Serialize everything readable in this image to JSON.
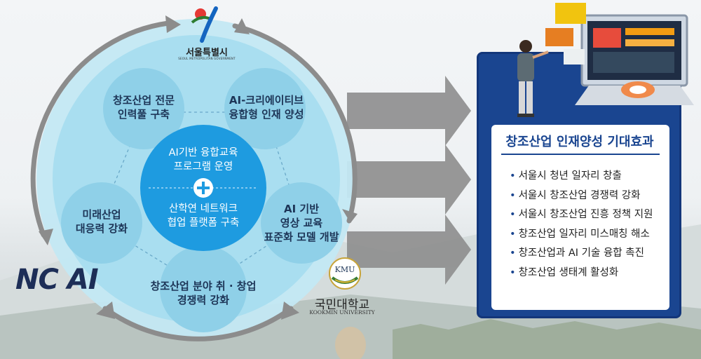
{
  "logos": {
    "seoul": {
      "name": "서울특별시",
      "sub": "SEOUL METROPOLITAN GOVERNMENT"
    },
    "ncai": {
      "name": "NC AI"
    },
    "kookmin": {
      "badge": "KMU",
      "name": "국민대학교",
      "sub": "KOOKMIN UNIVERSITY"
    }
  },
  "diagram": {
    "center": {
      "top": "AI기반 융합교육\n프로그램 운영",
      "bottom": "산학연 네트워크\n협업 플랫폼 구축",
      "plus_icon": "plus-icon"
    },
    "nodes": [
      {
        "id": "top-left",
        "label": "창조산업 전문\n인력풀 구축"
      },
      {
        "id": "top-right",
        "label": "AI-크리에이티브\n융합형 인재 양성"
      },
      {
        "id": "right",
        "label": "AI 기반\n영상 교육\n표준화 모델 개발"
      },
      {
        "id": "bottom",
        "label": "창조산업 분야 취 · 창업\n경쟁력 강화"
      },
      {
        "id": "left",
        "label": "미래산업\n대응력 강화"
      }
    ]
  },
  "panel": {
    "title": "창조산업 인재양성 기대효과",
    "items": [
      "서울시 청년 일자리 창출",
      "서울시 창조산업 경쟁력 강화",
      "서울시 창조산업 진흥 정책 지원",
      "창조산업 일자리 미스매칭 해소",
      "창조산업과 AI 기술 융합 촉진",
      "창조산업 생태계 활성화"
    ]
  },
  "colors": {
    "panel_blue": "#1a4590",
    "center_blue": "#1e9be0",
    "outer_ring": "#aee0ef",
    "arrow_gray": "#8c8c8c"
  }
}
